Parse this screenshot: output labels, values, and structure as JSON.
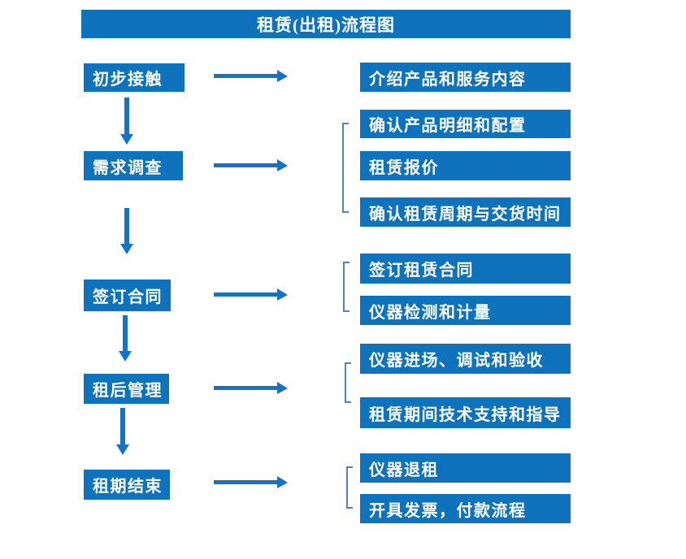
{
  "title": "租赁(出租)流程图",
  "colors": {
    "box_blue": "#0e73bc",
    "arrow_blue": "#1273c8",
    "bracket_blue": "#4f81c7",
    "text_white": "#ffffff"
  },
  "flow": {
    "steps": [
      {
        "label": "初步接触",
        "details": [
          "介绍产品和服务内容"
        ]
      },
      {
        "label": "需求调查",
        "details": [
          "确认产品明细和配置",
          "租赁报价",
          "确认租赁周期与交货时间"
        ]
      },
      {
        "label": "签订合同",
        "details": [
          "签订租赁合同",
          "仪器检测和计量"
        ]
      },
      {
        "label": "租后管理",
        "details": [
          "仪器进场、调试和验收",
          "租赁期间技术支持和指导"
        ]
      },
      {
        "label": "租期结束",
        "details": [
          "仪器退租",
          "开具发票，付款流程"
        ]
      }
    ]
  }
}
